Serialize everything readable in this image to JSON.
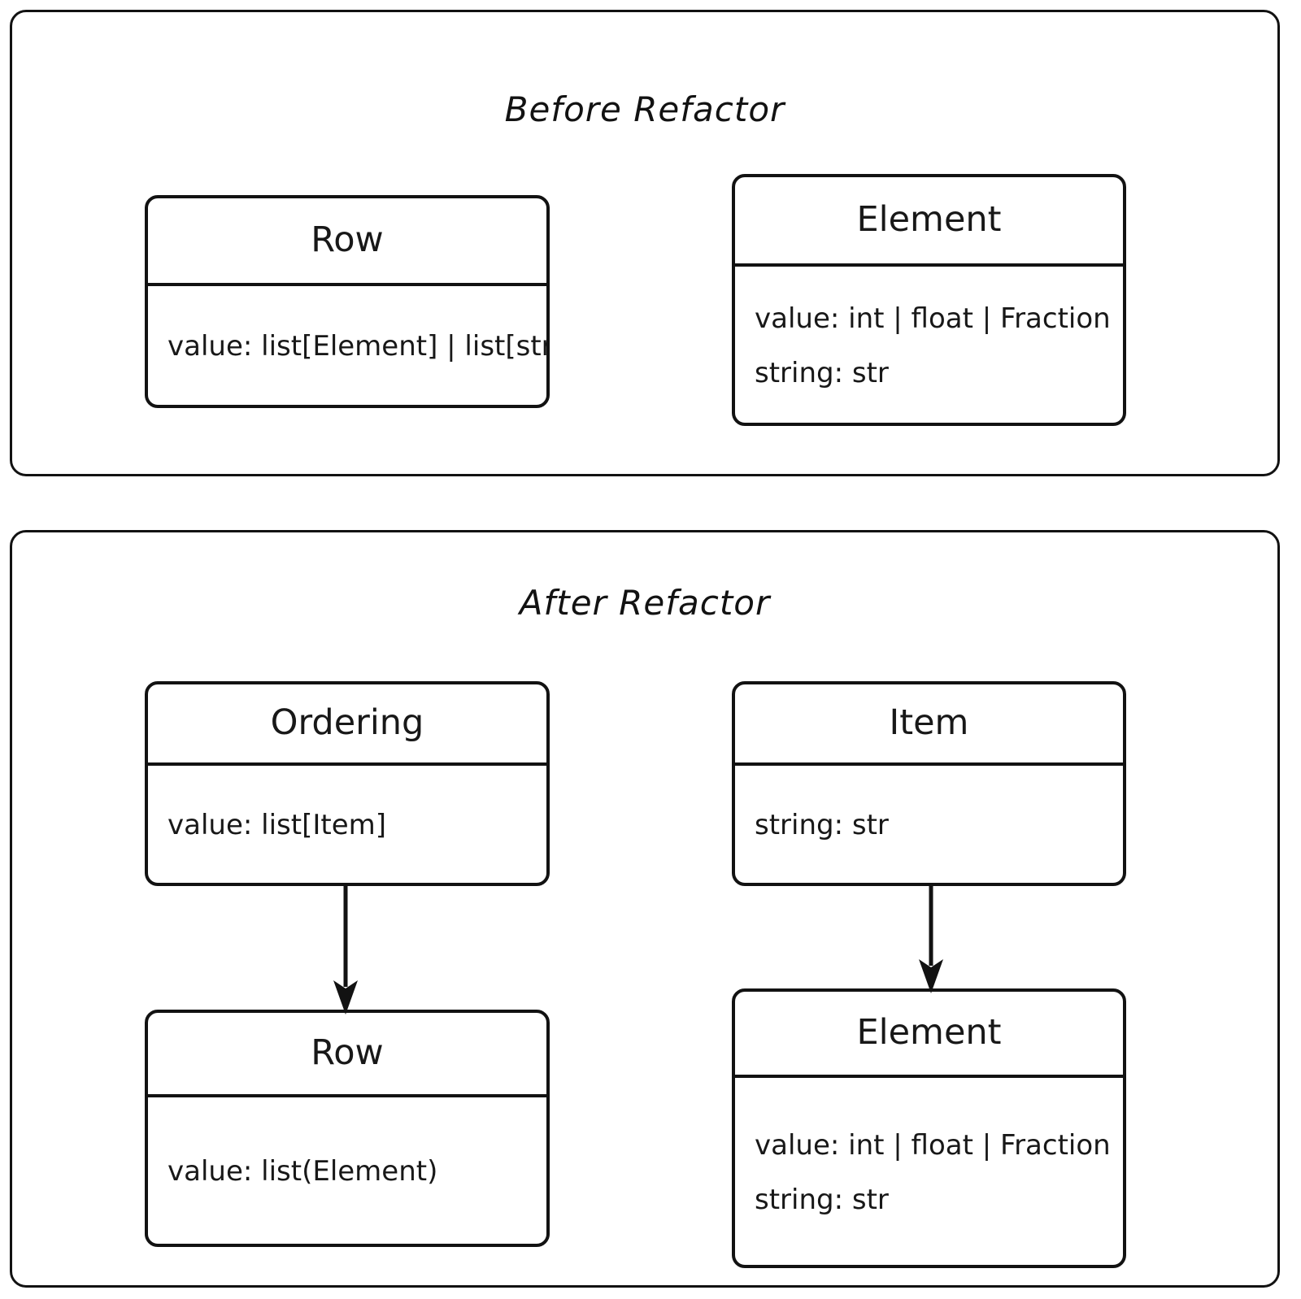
{
  "diagram": {
    "type": "uml-class-diagram",
    "stroke_color": "#121212",
    "background_color": "#ffffff",
    "sections": [
      {
        "id": "before",
        "title": "Before Refactor",
        "classes": [
          {
            "id": "before-row",
            "name": "Row",
            "attributes": [
              "value: list[Element] | list[str]"
            ]
          },
          {
            "id": "before-element",
            "name": "Element",
            "attributes": [
              "value: int | float | Fraction",
              "string: str"
            ]
          }
        ],
        "connections": []
      },
      {
        "id": "after",
        "title": "After Refactor",
        "classes": [
          {
            "id": "after-ordering",
            "name": "Ordering",
            "attributes": [
              "value: list[Item]"
            ]
          },
          {
            "id": "after-item",
            "name": "Item",
            "attributes": [
              "string: str"
            ]
          },
          {
            "id": "after-row",
            "name": "Row",
            "attributes": [
              "value: list(Element)"
            ]
          },
          {
            "id": "after-element",
            "name": "Element",
            "attributes": [
              "value: int | float | Fraction",
              "string: str"
            ]
          }
        ],
        "connections": [
          {
            "from": "after-ordering",
            "to": "after-row",
            "style": "solid-arrow",
            "direction": "down"
          },
          {
            "from": "after-item",
            "to": "after-element",
            "style": "solid-arrow",
            "direction": "down"
          }
        ]
      }
    ]
  }
}
